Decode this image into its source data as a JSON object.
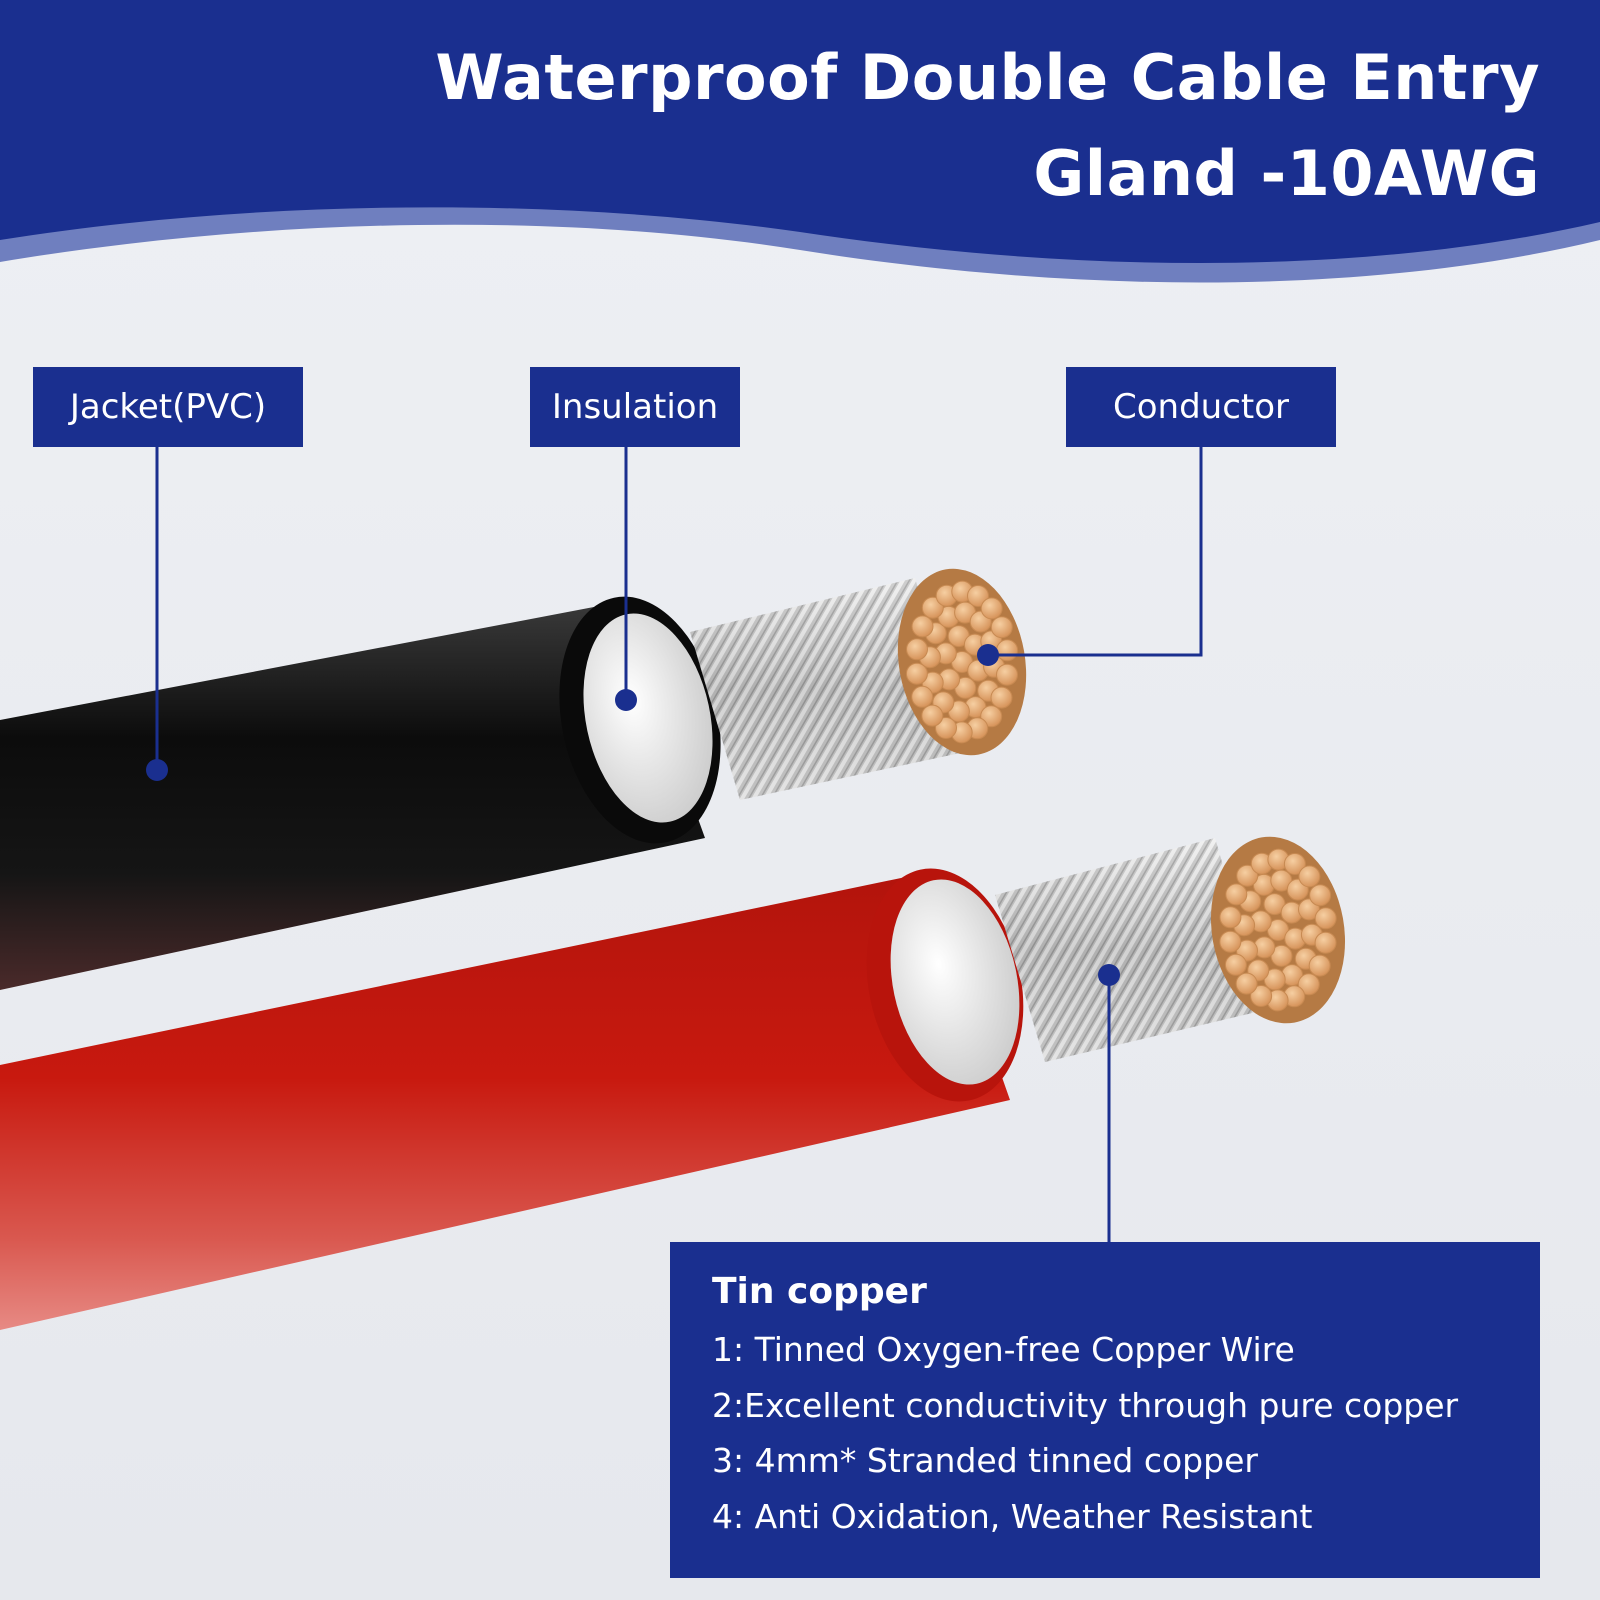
{
  "header": {
    "title_line1": "Waterproof Double Cable Entry",
    "title_line2": "Gland -10AWG",
    "bg_color": "#1a2f8f",
    "wave_color": "#6f7fbf"
  },
  "labels": {
    "jacket": "Jacket(PVC)",
    "insulation": "Insulation",
    "conductor": "Conductor"
  },
  "info": {
    "title": "Tin copper",
    "lines": [
      "1: Tinned Oxygen-free Copper Wire",
      "2:Excellent conductivity through pure copper",
      "3: 4mm* Stranded tinned copper",
      "4: Anti Oxidation, Weather Resistant"
    ]
  },
  "colors": {
    "accent": "#1a2f8f",
    "cable_black": "#111111",
    "cable_red": "#c4170f",
    "insulation": "#e7e7e7",
    "copper": "#e3a872"
  },
  "illustration": {
    "cables": [
      "black-cable",
      "red-cable"
    ]
  }
}
